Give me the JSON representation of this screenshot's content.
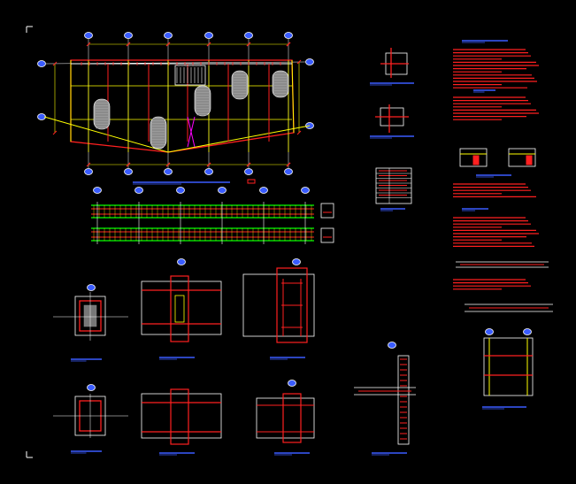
{
  "viewer": {
    "background": "#000000"
  },
  "colors": {
    "red": "#ff2020",
    "yellow": "#ffff00",
    "white": "#ffffff",
    "blue": "#3a5cff",
    "green": "#00ff00",
    "cyan": "#00ffff",
    "magenta": "#ff00ff",
    "grey": "#b0b0b0"
  },
  "icons": {
    "corner_marks": "crop-corner-icon",
    "grid_bubble": "grid-axis-bubble-icon"
  },
  "table": {
    "rows": 6
  },
  "notes_blocks": [
    {
      "name": "general-notes",
      "lines": 13
    },
    {
      "name": "concrete-notes",
      "lines": 8
    },
    {
      "name": "reinforcement-notes",
      "lines": 10
    },
    {
      "name": "lower-notes",
      "lines": 4
    }
  ]
}
